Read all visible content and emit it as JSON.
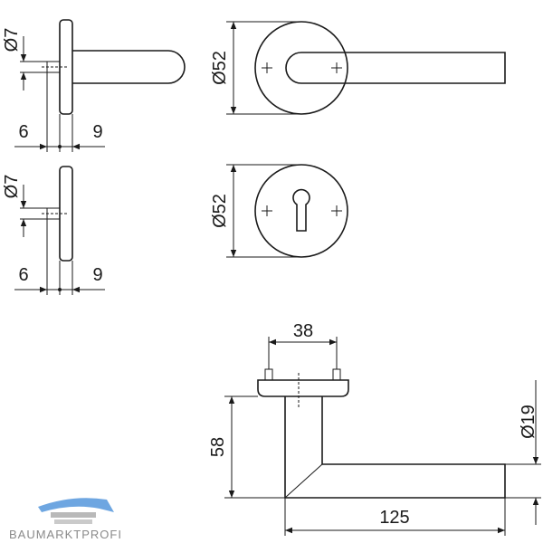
{
  "dimensions": {
    "pin_diameter_top": "Ø7",
    "offset_left_top": "6",
    "offset_right_top": "9",
    "pin_diameter_bottom": "Ø7",
    "offset_left_bottom": "6",
    "offset_right_bottom": "9",
    "rose_diameter": "Ø52",
    "escutcheon_diameter": "Ø52",
    "screw_spacing": "38",
    "handle_height": "58",
    "handle_diameter": "Ø19",
    "handle_length": "125"
  },
  "watermark": {
    "brand": "BAUMARKTPROFI"
  },
  "colors": {
    "ink": "#1a1a1a",
    "logo_blue": "#4a90d9",
    "logo_grey": "#8a8a8a"
  }
}
